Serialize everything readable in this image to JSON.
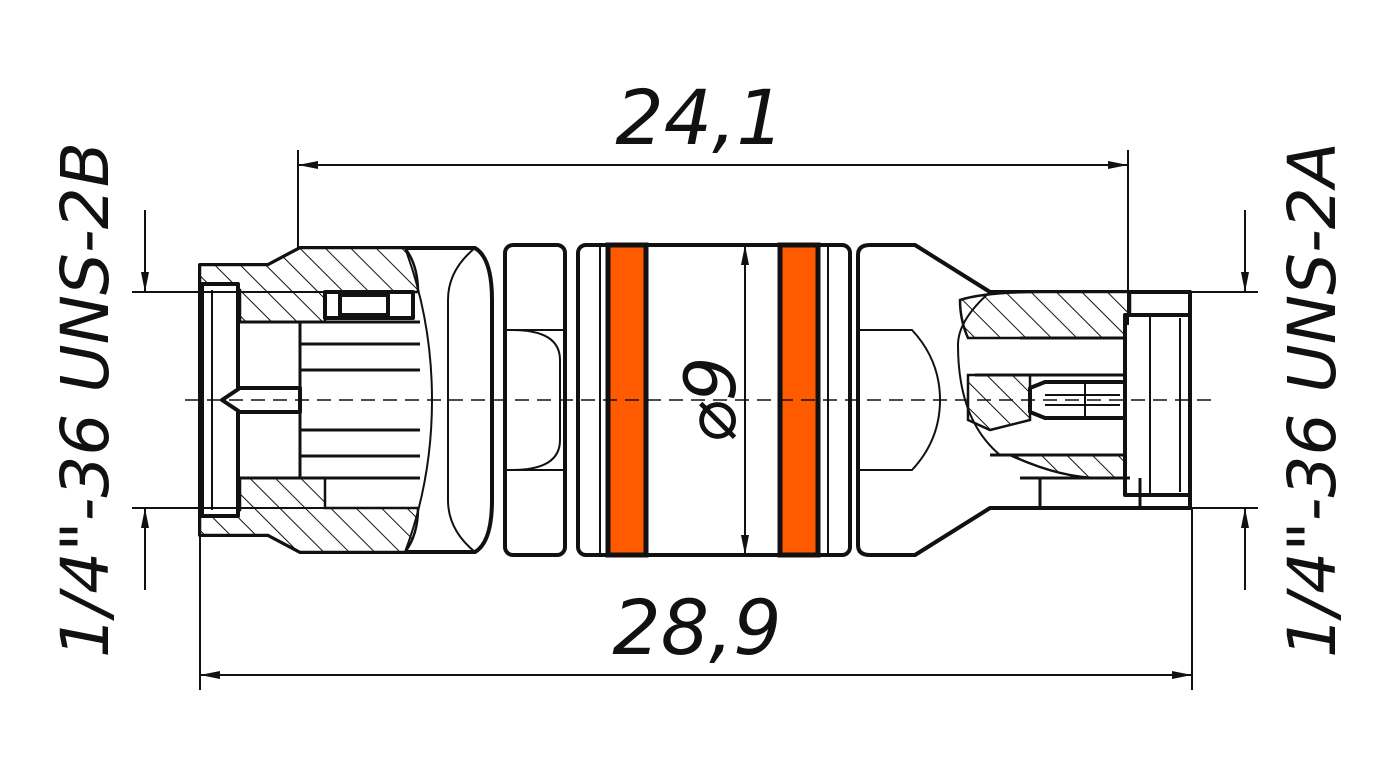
{
  "drawing": {
    "dimensions": {
      "overall_length": "28,9",
      "body_length": "24,1",
      "diameter": "⌀9"
    },
    "threads": {
      "left": "1/4\"-36 UNS-2B",
      "right": "1/4\"-36 UNS-2A"
    },
    "colors": {
      "seal_ring": "#ff5a00",
      "line": "#111111",
      "background": "#ffffff"
    }
  }
}
